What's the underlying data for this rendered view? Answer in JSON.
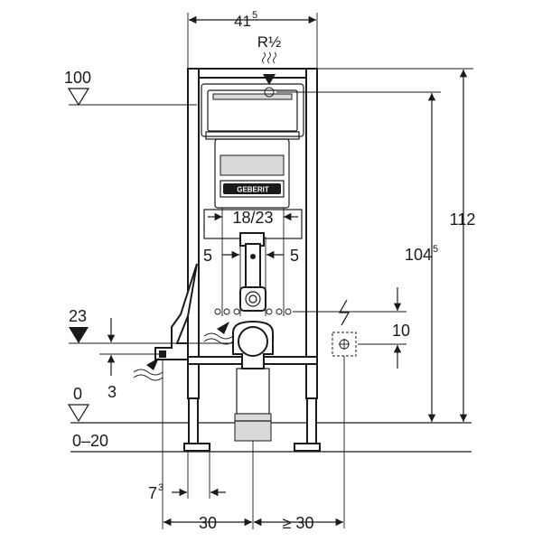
{
  "dimensions": {
    "top_width": "41",
    "top_width_sup": "5",
    "supply_label": "R½",
    "height_total": "112",
    "height_supply": "104",
    "height_supply_sup": "5",
    "fixing_spacing": "18/23",
    "offset_left": "5",
    "offset_right": "5",
    "electric_offset": "10",
    "level_100": "100",
    "level_23": "23",
    "level_3": "3",
    "level_0": "0",
    "floor_range": "0–20",
    "bottom_offset": "7",
    "bottom_offset_sup": "3",
    "bottom_30": "30",
    "bottom_ge30": "≥ 30"
  },
  "brand": {
    "logo_text": "GEBERIT"
  },
  "colors": {
    "ink": "#1a1a1a",
    "fill_grey": "#d9d9d9",
    "background": "#ffffff"
  }
}
